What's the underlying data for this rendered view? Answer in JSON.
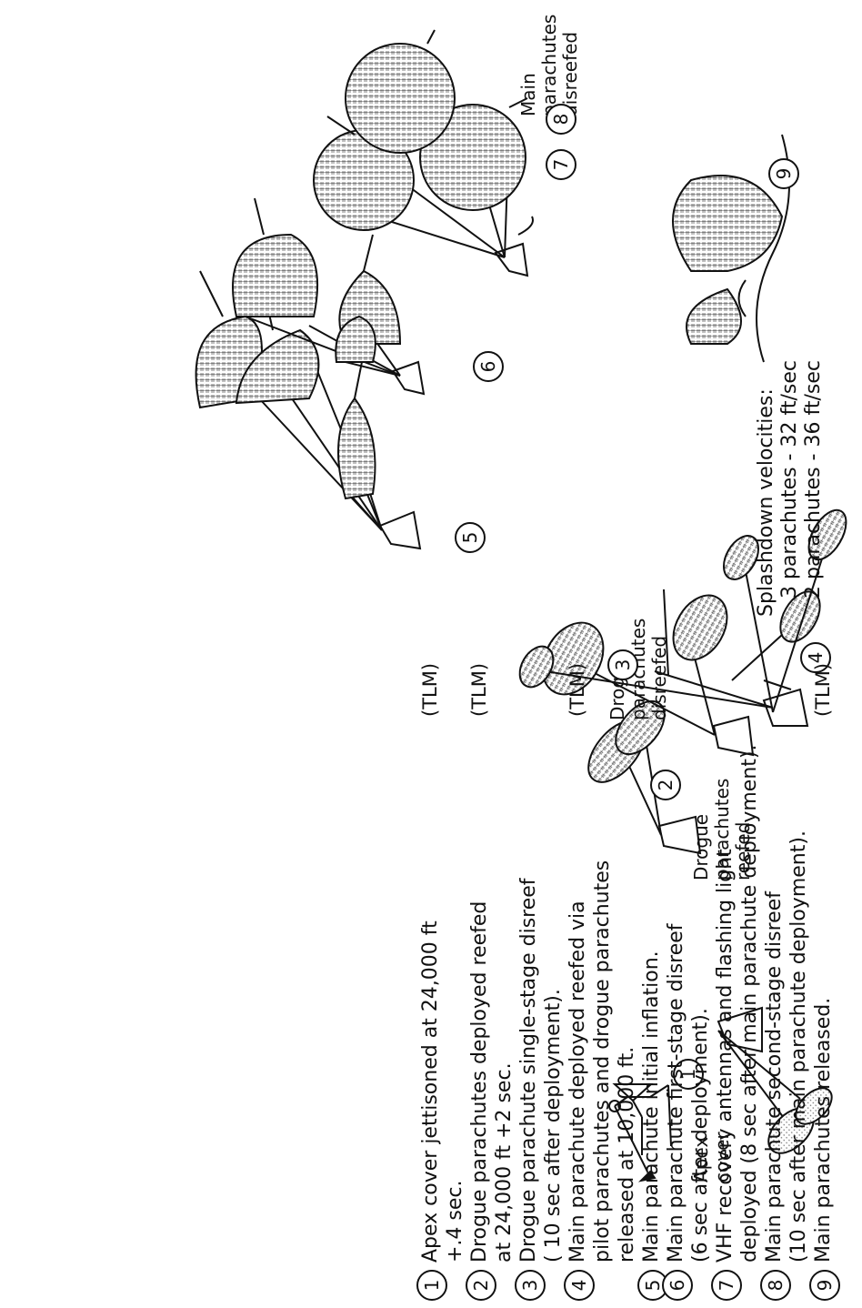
{
  "labels": {
    "apex_cover": "Apex\ncover",
    "drogue_reefed": "Drogue\nparachutes\nreefed",
    "drogue_disreefed": "Drogue\nparachutes\ndisreefed",
    "main_disreefed": "Main\nparachutes\ndisreefed"
  },
  "markers": [
    "1",
    "2",
    "3",
    "4",
    "5",
    "6",
    "7",
    "8",
    "9"
  ],
  "legend": [
    {
      "num": "1",
      "lines": [
        "Apex cover jettisoned at 24,000 ft",
        "+.4 sec."
      ],
      "tlm": "(TLM)"
    },
    {
      "num": "2",
      "lines": [
        "Drogue parachutes deployed reefed",
        "at 24,000 ft  +2 sec."
      ],
      "tlm": "(TLM)"
    },
    {
      "num": "3",
      "lines": [
        "Drogue parachute single-stage disreef",
        "( 10 sec after deployment)."
      ],
      "tlm": ""
    },
    {
      "num": "4",
      "lines": [
        "Main parachute deployed reefed via",
        "pilot parachutes and drogue parachutes",
        "released at 10,000 ft."
      ],
      "tlm": "(TLM)"
    },
    {
      "num": "5",
      "lines": [
        "Main parachute initial inflation."
      ],
      "tlm": ""
    },
    {
      "num": "6",
      "lines": [
        "Main parachute first-stage disreef",
        "(6 sec after deployment)."
      ],
      "tlm": ""
    },
    {
      "num": "7",
      "lines": [
        "VHF recovery antennas and flashing light",
        "deployed (8 sec after main parachute deployment)."
      ],
      "tlm": ""
    },
    {
      "num": "8",
      "lines": [
        "Main parachute second-stage disreef",
        "(10 sec after main parachute deployment)."
      ],
      "tlm": ""
    },
    {
      "num": "9",
      "lines": [
        "Main parachutes released."
      ],
      "tlm": "(TLM)"
    }
  ],
  "splashdown": {
    "title": "Splashdown velocities:",
    "line1": "3 parachutes - 32 ft/sec",
    "line2": "2 parachutes - 36 ft/sec"
  }
}
